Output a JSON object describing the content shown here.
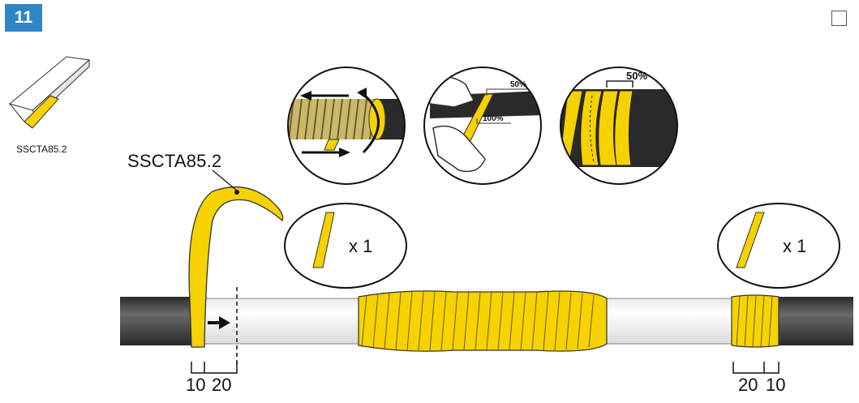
{
  "step": {
    "number": "11"
  },
  "part": {
    "code_small": "SSCTA85.2",
    "code_label": "SSCTA85.2"
  },
  "quantities": {
    "left": "x 1",
    "right": "x 1"
  },
  "percentages": {
    "overlap_top": "50%",
    "overlap_under": "100%",
    "overlap_third": "50%"
  },
  "dimensions": {
    "left_a": "10",
    "left_b": "20",
    "right_a": "20",
    "right_b": "10"
  },
  "colors": {
    "badge": "#2e86c8",
    "tape": "#f5d200",
    "cable": "#4a4a4a",
    "joint": "#ffffff"
  }
}
